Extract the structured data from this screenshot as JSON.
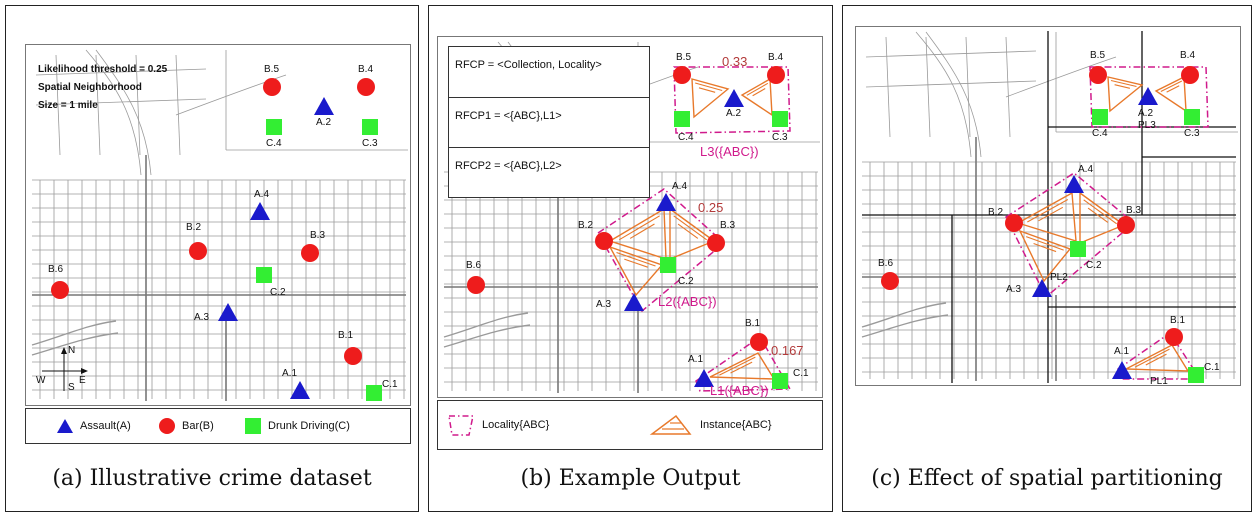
{
  "panels": [
    {
      "id": "a",
      "caption": "(a) Illustrative crime dataset"
    },
    {
      "id": "b",
      "caption": "(b) Example Output"
    },
    {
      "id": "c",
      "caption": "(c) Effect of spatial partitioning"
    }
  ],
  "dataset": {
    "likelihood_threshold": "Likelihood threshold = 0.25",
    "spatial_neighborhood": "Spatial Neighborhood",
    "size": "Size = 1 mile",
    "compass": {
      "n": "N",
      "s": "S",
      "e": "E",
      "w": "W"
    }
  },
  "points": [
    {
      "id": "B.5",
      "type": "bar"
    },
    {
      "id": "B.4",
      "type": "bar"
    },
    {
      "id": "A.2",
      "type": "assault"
    },
    {
      "id": "C.4",
      "type": "drunk-driving"
    },
    {
      "id": "C.3",
      "type": "drunk-driving"
    },
    {
      "id": "A.4",
      "type": "assault"
    },
    {
      "id": "B.2",
      "type": "bar"
    },
    {
      "id": "B.3",
      "type": "bar"
    },
    {
      "id": "C.2",
      "type": "drunk-driving"
    },
    {
      "id": "B.6",
      "type": "bar"
    },
    {
      "id": "A.3",
      "type": "assault"
    },
    {
      "id": "B.1",
      "type": "bar"
    },
    {
      "id": "A.1",
      "type": "assault"
    },
    {
      "id": "C.1",
      "type": "drunk-driving"
    }
  ],
  "legend_a": {
    "assault": "Assault(A)",
    "bar": "Bar(B)",
    "drunk_driving": "Drunk Driving(C)"
  },
  "colors": {
    "assault": "#1a1acc",
    "bar": "#ee1c1c",
    "drunk_driving": "#33ee33",
    "locality": "#d01a8c",
    "instance": "#e8792b"
  },
  "output": {
    "rfcp": "RFCP = <Collection, Locality>",
    "rfcp1": "RFCP1 = <{ABC},L1>",
    "rfcp2": "RFCP2 = <{ABC},L2>",
    "support_l3": "0.33",
    "support_l2": "0.25",
    "support_l1": "0.167",
    "locality_l3": "L3({ABC})",
    "locality_l2": "L2({ABC})",
    "locality_l1": "L1({ABC})",
    "legend_locality": "Locality{ABC}",
    "legend_instance": "Instance{ABC}"
  },
  "partition": {
    "pl1": "PL1",
    "pl2": "PL2",
    "pl3": "PL3"
  }
}
